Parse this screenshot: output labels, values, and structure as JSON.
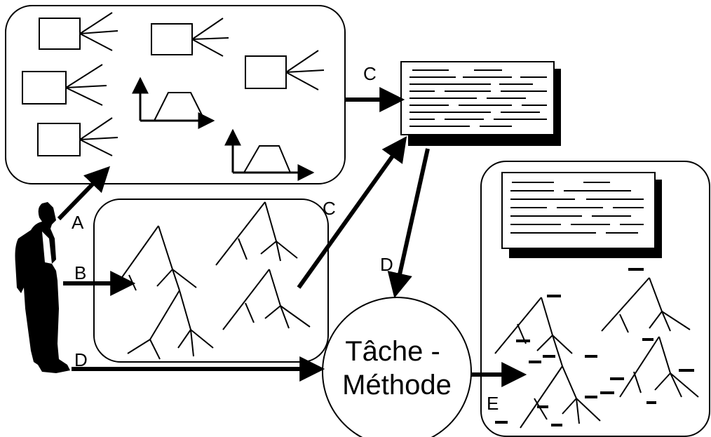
{
  "labels": {
    "a": "A",
    "b": "B",
    "c_top": "C",
    "c_mid": "C",
    "d_left": "D",
    "d_mid": "D",
    "e": "E"
  },
  "central_node": {
    "line1": "Tâche -",
    "line2": "Méthode"
  },
  "colors": {
    "ink": "#000000",
    "background": "#ffffff"
  }
}
